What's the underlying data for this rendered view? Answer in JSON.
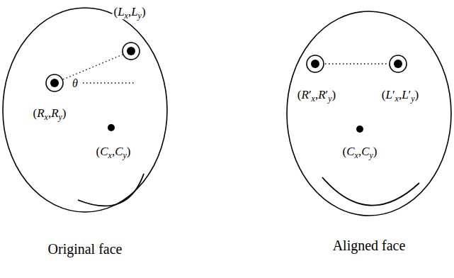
{
  "diagram": {
    "nodes": [
      {
        "text": [
          "Original face"
        ]
      },
      {
        "text": [
          "Aligned face"
        ]
      }
    ],
    "labels": [
      "(Lx,Ly)",
      "θ",
      "(Rx,Ry)",
      "(Cx,Cy)",
      "(R′x,R′y)",
      "(L′x,L′y)",
      "(Cx,Cy)"
    ]
  }
}
